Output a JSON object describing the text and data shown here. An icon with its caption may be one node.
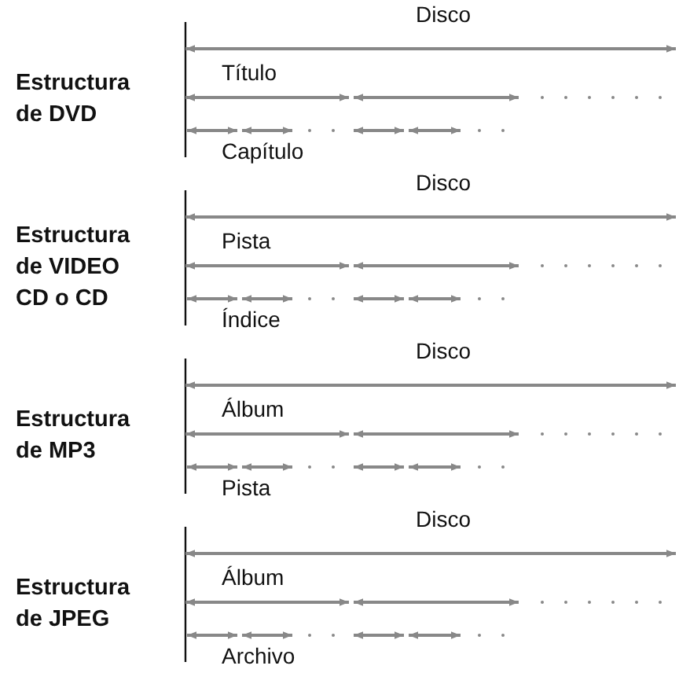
{
  "diagram": {
    "labels": [
      "Disco",
      "Estructura de DVD",
      "Título",
      "Capítulo",
      "Disco",
      "Estructura de VIDEO CD o CD",
      "Pista",
      "Índice",
      "Disco",
      "Estructura de MP3",
      "Álbum",
      "Pista",
      "Disco",
      "Estructura de JPEG",
      "Álbum",
      "Archivo"
    ]
  }
}
